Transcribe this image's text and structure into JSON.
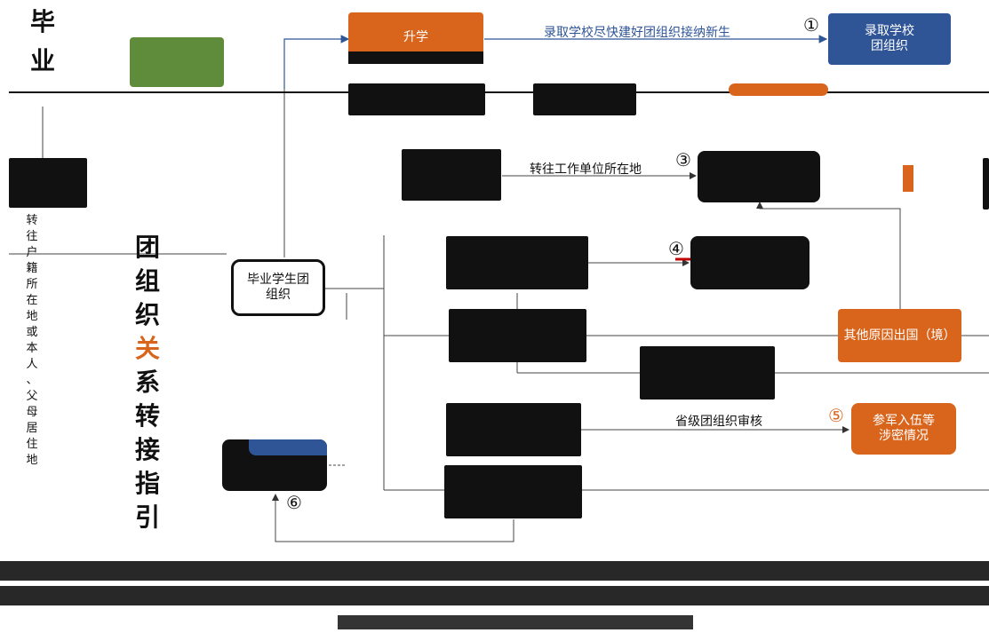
{
  "title_chars": [
    "毕",
    "业"
  ],
  "vertical_title_chars": [
    "团",
    "组",
    "织",
    "关",
    "系",
    "转",
    "接",
    "指",
    "引"
  ],
  "left_vertical_chars": [
    "转",
    "往",
    "户",
    "籍",
    "所",
    "在",
    "地",
    "或",
    "本",
    "人",
    "、",
    "父",
    "母",
    "居",
    "住",
    "地"
  ],
  "nodes": {
    "shengxue": "升学",
    "luqu_school": "录取学校\n团组织",
    "biye_org": "毕业学生团\n组织",
    "other_abroad": "其他原因出国（境）",
    "army": "参军入伍等\n涉密情况"
  },
  "edge_labels": {
    "luqu_text": "录取学校尽快建好团组织接纳新生",
    "work_place_text": "转往工作单位所在地",
    "prov_review_text": "省级团组织审核"
  },
  "circled_numbers": [
    "①",
    "③",
    "④",
    "⑤",
    "⑥"
  ],
  "colors": {
    "orange": "#d9651d",
    "blue": "#2f5597",
    "green": "#5e8c3a",
    "dark": "#111111",
    "line": "#444444",
    "highlight_red": "#c00000"
  }
}
